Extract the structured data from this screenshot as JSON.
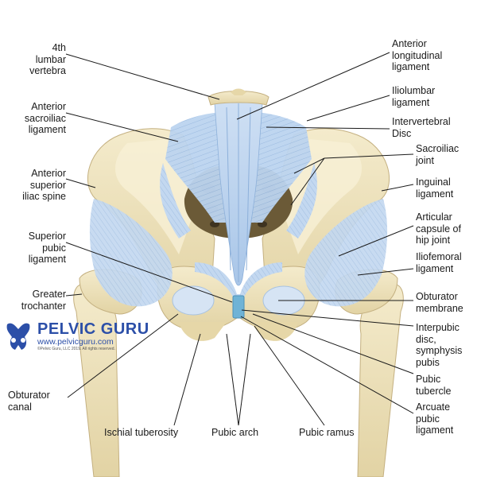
{
  "labels": {
    "lumbar_vertebra": "4th\nlumbar\nvertebra",
    "anterior_sacroiliac_ligament": "Anterior\nsacroiliac\nligament",
    "anterior_superior_iliac_spine": "Anterior\nsuperior\niliac spine",
    "superior_pubic_ligament": "Superior\npubic\nligament",
    "greater_trochanter": "Greater\ntrochanter",
    "obturator_canal": "Obturator\ncanal",
    "ischial_tuberosity": "Ischial tuberosity",
    "pubic_arch": "Pubic arch",
    "pubic_ramus": "Pubic ramus",
    "anterior_longitudinal_ligament": "Anterior\nlongitudinal\nligament",
    "iliolumbar_ligament": "Iliolumbar\nligament",
    "intervertebral_disc": "Intervertebral\nDisc",
    "sacroiliac_joint": "Sacroiliac\njoint",
    "inguinal_ligament": "Inguinal\nligament",
    "articular_capsule": "Articular\ncapsule of\nhip joint",
    "iliofemoral_ligament": "Iliofemoral\nligament",
    "obturator_membrane": "Obturator\nmembrane",
    "interpubic_disc": "Interpubic\ndisc,\nsymphysis\npubis",
    "pubic_tubercle": "Pubic\ntubercle",
    "arcuate_pubic_ligament": "Arcuate\npubic\nligament"
  },
  "logo": {
    "name": "PELVIC GURU",
    "url": "www.pelvicguru.com",
    "copyright": "©Pelvic Guru, LLC 2019. All rights reserved."
  },
  "colors": {
    "bone": "#efe4c0",
    "bone_shadow": "#cdbb8a",
    "ligament": "#b9d2ee",
    "ligament_dark": "#7fa6d4",
    "cavity": "#5a4a2a",
    "disc": "#6fb3d6",
    "leader": "#1a1a1a",
    "brand": "#2c4fa8"
  }
}
